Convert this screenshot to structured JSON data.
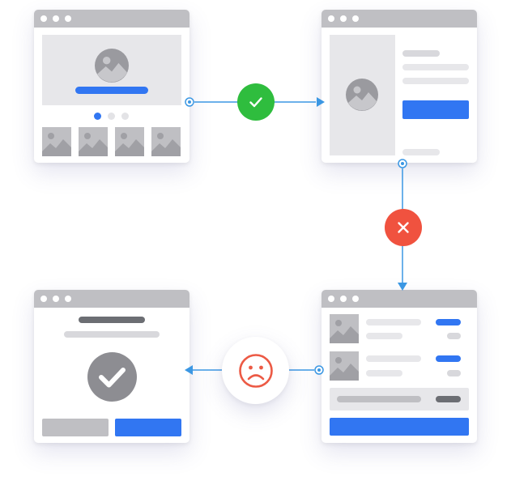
{
  "colors": {
    "accent_blue": "#3176f2",
    "connector_blue": "#3b97e3",
    "success_green": "#2fbd3e",
    "error_red": "#f0523f",
    "frown_red": "#ec5a45",
    "titlebar_gray": "#bfbfc3",
    "placeholder_light": "#e7e7ea",
    "placeholder_mid": "#d8d8dc",
    "placeholder_dark": "#6c6e73"
  },
  "icons": {
    "success": "check-icon",
    "failure": "x-icon",
    "sad": "sad-face-icon",
    "complete": "check-circle-icon",
    "image": "image-placeholder-icon"
  },
  "flow": [
    {
      "step": "gallery-screen"
    },
    {
      "transition": "success"
    },
    {
      "step": "product-detail-screen"
    },
    {
      "transition": "failure"
    },
    {
      "step": "cart-list-screen"
    },
    {
      "transition": "sad"
    },
    {
      "step": "confirmation-screen"
    }
  ],
  "gallery": {
    "carousel_dots": 3,
    "active_dot": 0,
    "thumbnails": 4
  },
  "cart": {
    "items": 2
  }
}
